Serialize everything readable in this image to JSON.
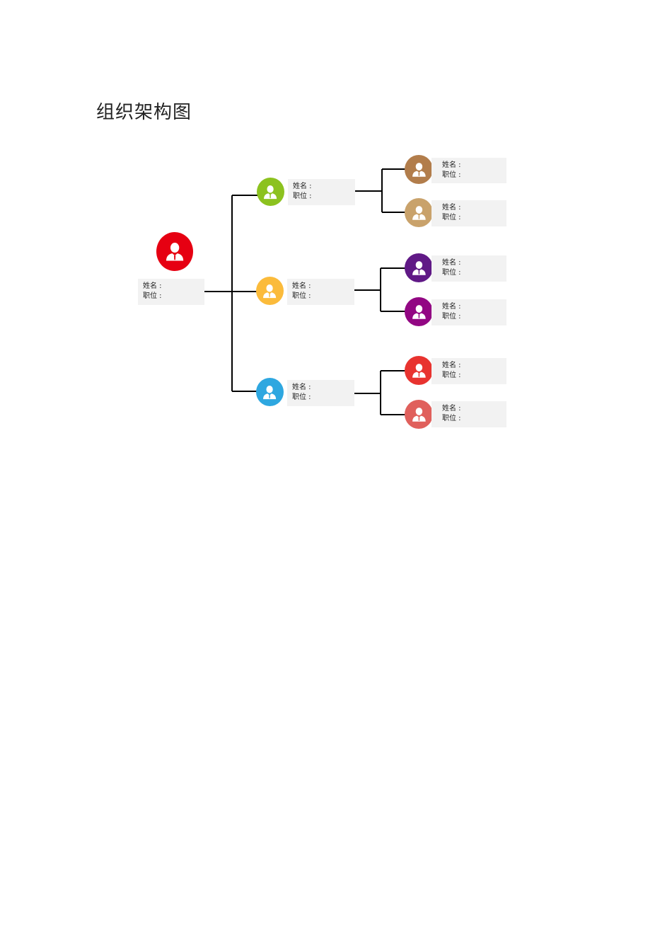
{
  "title": "组织架构图",
  "labels": {
    "name": "姓名 :",
    "position": "职位 :"
  },
  "nodes": [
    {
      "id": "root",
      "level": 0,
      "color": "#e60012"
    },
    {
      "id": "l1-1",
      "level": 1,
      "color": "#8cc21f"
    },
    {
      "id": "l1-2",
      "level": 1,
      "color": "#fbbb3b"
    },
    {
      "id": "l1-3",
      "level": 1,
      "color": "#2ea7e0"
    },
    {
      "id": "l2-1",
      "level": 2,
      "color": "#b27d4b"
    },
    {
      "id": "l2-2",
      "level": 2,
      "color": "#c9a26b"
    },
    {
      "id": "l2-3",
      "level": 2,
      "color": "#601986"
    },
    {
      "id": "l2-4",
      "level": 2,
      "color": "#920783"
    },
    {
      "id": "l2-5",
      "level": 2,
      "color": "#e8332f"
    },
    {
      "id": "l2-6",
      "level": 2,
      "color": "#e0605c"
    }
  ],
  "icon": "person-icon"
}
